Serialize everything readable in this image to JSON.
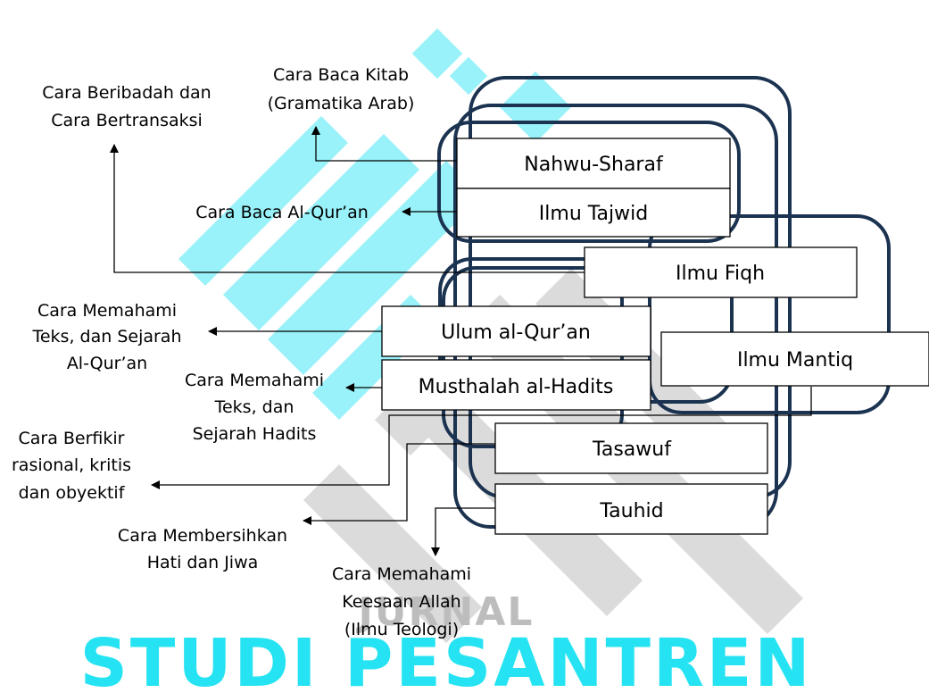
{
  "colors": {
    "frame_stroke": "#1b3350",
    "box_stroke": "#000000",
    "arrow": "#000000",
    "watermark_cyan": "#25e3f2",
    "watermark_gray": "#bdbdbd"
  },
  "watermark": {
    "journal": "JURNAL",
    "title": "STUDI PESANTREN"
  },
  "boxes": {
    "nahwu": "Nahwu-Sharaf",
    "tajwid": "Ilmu Tajwid",
    "fiqh": "Ilmu Fiqh",
    "ulum": "Ulum al-Qur’an",
    "musthalah": "Musthalah al-Hadits",
    "mantiq": "Ilmu Mantiq",
    "tasawuf": "Tasawuf",
    "tauhid": "Tauhid"
  },
  "outcomes": {
    "kitab": [
      "Cara Baca Kitab",
      "(Gramatika Arab)"
    ],
    "ibadah": [
      "Cara Beribadah dan",
      "Cara Bertransaksi"
    ],
    "quran": [
      "Cara Baca Al-Qur’an"
    ],
    "teks_quran": [
      "Cara Memahami",
      "Teks, dan Sejarah",
      "Al-Qur’an"
    ],
    "teks_hadits": [
      "Cara Memahami",
      "Teks, dan",
      "Sejarah Hadits"
    ],
    "berfikir": [
      "Cara Berfikir",
      "rasional, kritis",
      "dan obyektif"
    ],
    "hati": [
      "Cara Membersihkan",
      "Hati dan Jiwa"
    ],
    "keesaan": [
      "Cara Memahami",
      "Keesaan Allah",
      "(Ilmu Teologi)"
    ]
  }
}
